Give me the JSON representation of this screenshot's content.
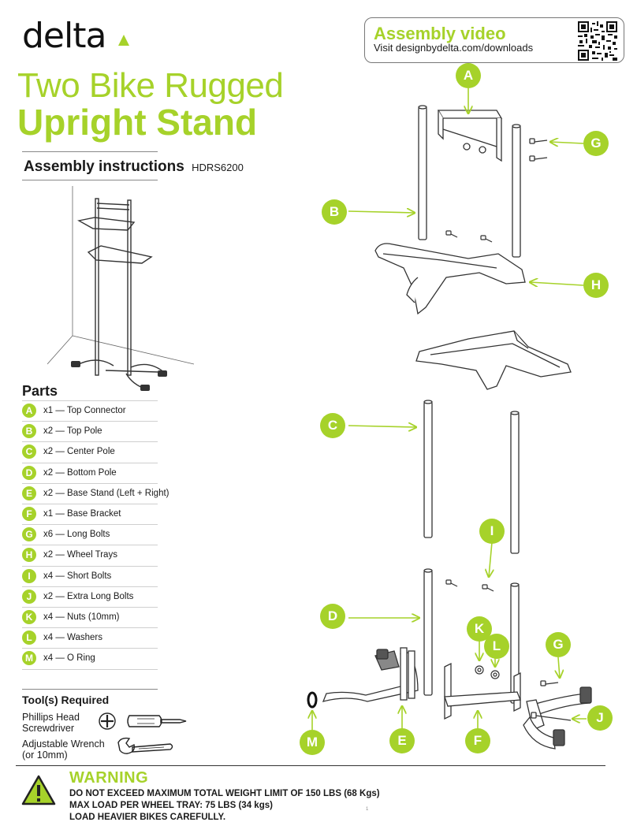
{
  "brand": {
    "logo_text": "delta",
    "accent_color": "#a6d22a"
  },
  "title": {
    "line1": "Two Bike Rugged",
    "line2": "Upright Stand"
  },
  "subtitle": {
    "text": "Assembly instructions",
    "model": "HDRS6200"
  },
  "video": {
    "title": "Assembly video",
    "url_text": "Visit designbydelta.com/downloads",
    "qr_icon": "qr-code-icon"
  },
  "parts": {
    "title": "Parts",
    "items": [
      {
        "letter": "A",
        "text": "x1 — Top Connector"
      },
      {
        "letter": "B",
        "text": "x2 — Top Pole"
      },
      {
        "letter": "C",
        "text": "x2 — Center Pole"
      },
      {
        "letter": "D",
        "text": "x2 — Bottom Pole"
      },
      {
        "letter": "E",
        "text": "x2 — Base Stand (Left + Right)"
      },
      {
        "letter": "F",
        "text": "x1 — Base Bracket"
      },
      {
        "letter": "G",
        "text": "x6 — Long Bolts"
      },
      {
        "letter": "H",
        "text": "x2 — Wheel Trays"
      },
      {
        "letter": "I",
        "text": "x4 — Short Bolts"
      },
      {
        "letter": "J",
        "text": "x2 — Extra Long Bolts"
      },
      {
        "letter": "K",
        "text": "x4 — Nuts (10mm)"
      },
      {
        "letter": "L",
        "text": "x4 — Washers"
      },
      {
        "letter": "M",
        "text": "x4 — O Ring"
      }
    ]
  },
  "tools": {
    "title": "Tool(s) Required",
    "items": [
      {
        "line1": "Phillips Head",
        "line2": "Screwdriver",
        "icon": "screwdriver-icon"
      },
      {
        "line1": "Adjustable Wrench",
        "line2": "(or 10mm)",
        "icon": "wrench-icon"
      }
    ]
  },
  "callouts": [
    "A",
    "B",
    "C",
    "D",
    "E",
    "F",
    "G",
    "H",
    "I",
    "J",
    "K",
    "L",
    "M",
    "G"
  ],
  "warning": {
    "title": "WARNING",
    "lines": [
      "DO NOT EXCEED MAXIMUM TOTAL WEIGHT LIMIT OF 150 LBS (68 Kgs)",
      "MAX LOAD PER WHEEL TRAY: 75 LBS (34 kgs)",
      "LOAD HEAVIER BIKES CAREFULLY."
    ],
    "icon": "warning-triangle-icon"
  },
  "page_number": "1"
}
